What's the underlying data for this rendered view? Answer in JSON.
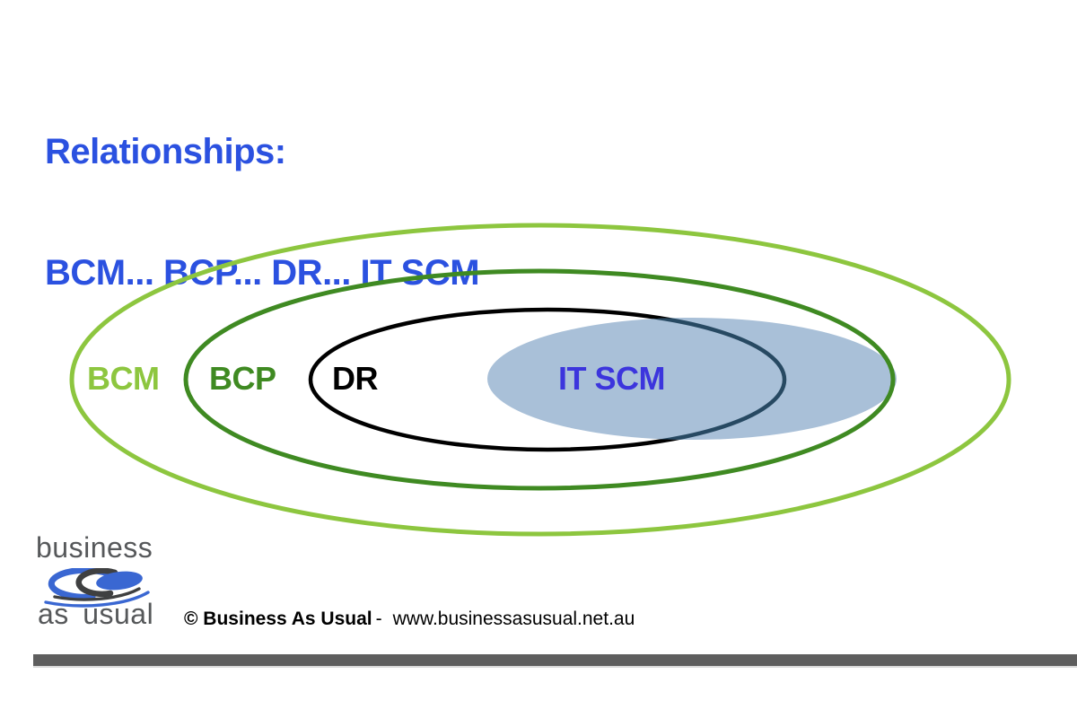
{
  "slide": {
    "title_line1": "Relationships:",
    "title_line2": "BCM... BCP... DR... IT SCM",
    "title_color": "#2b51e0"
  },
  "diagram": {
    "type": "venn-concentric-ellipses",
    "rings_outer_to_inner": [
      "BCM",
      "BCP",
      "DR"
    ],
    "overlapping_set": "IT SCM",
    "labels": {
      "bcm": "BCM",
      "bcp": "BCP",
      "dr": "DR",
      "itscm": "IT SCM"
    },
    "colors": {
      "bcm_stroke": "#8dc63f",
      "bcp_stroke": "#3f8a22",
      "dr_stroke": "#000000",
      "dr_stroke_inside_itscm": "#274962",
      "itscm_fill": "#a9c0d8",
      "bcm_label": "#8dc63f",
      "bcp_label": "#3f8a22",
      "dr_label": "#000000",
      "itscm_label": "#3c35dd"
    }
  },
  "footer": {
    "logo_word_top": "business",
    "logo_word_bottom": "as usual",
    "logo_blue": "#3a67d2",
    "logo_gray": "#3f4041",
    "copyright": "© Business As Usual",
    "separator": "-",
    "website": "www.businessasusual.net.au",
    "bar_color": "#5e5e5e"
  }
}
